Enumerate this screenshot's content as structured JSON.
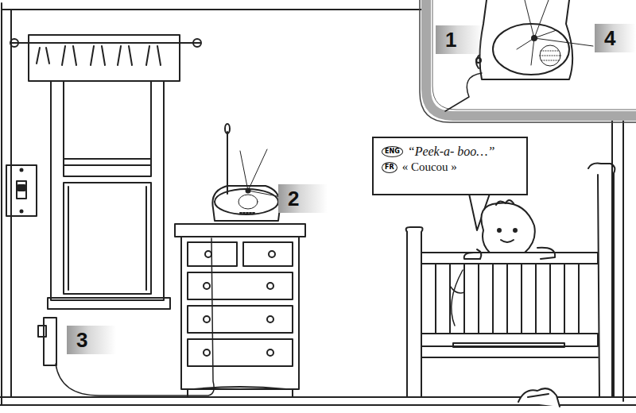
{
  "diagram": {
    "nodes": [
      {
        "text": [
          "ENG",
          "“Peek-a- boo…”",
          "FR",
          "« Coucou »"
        ]
      }
    ],
    "labels": [
      "1",
      "4",
      "2",
      "3"
    ]
  }
}
